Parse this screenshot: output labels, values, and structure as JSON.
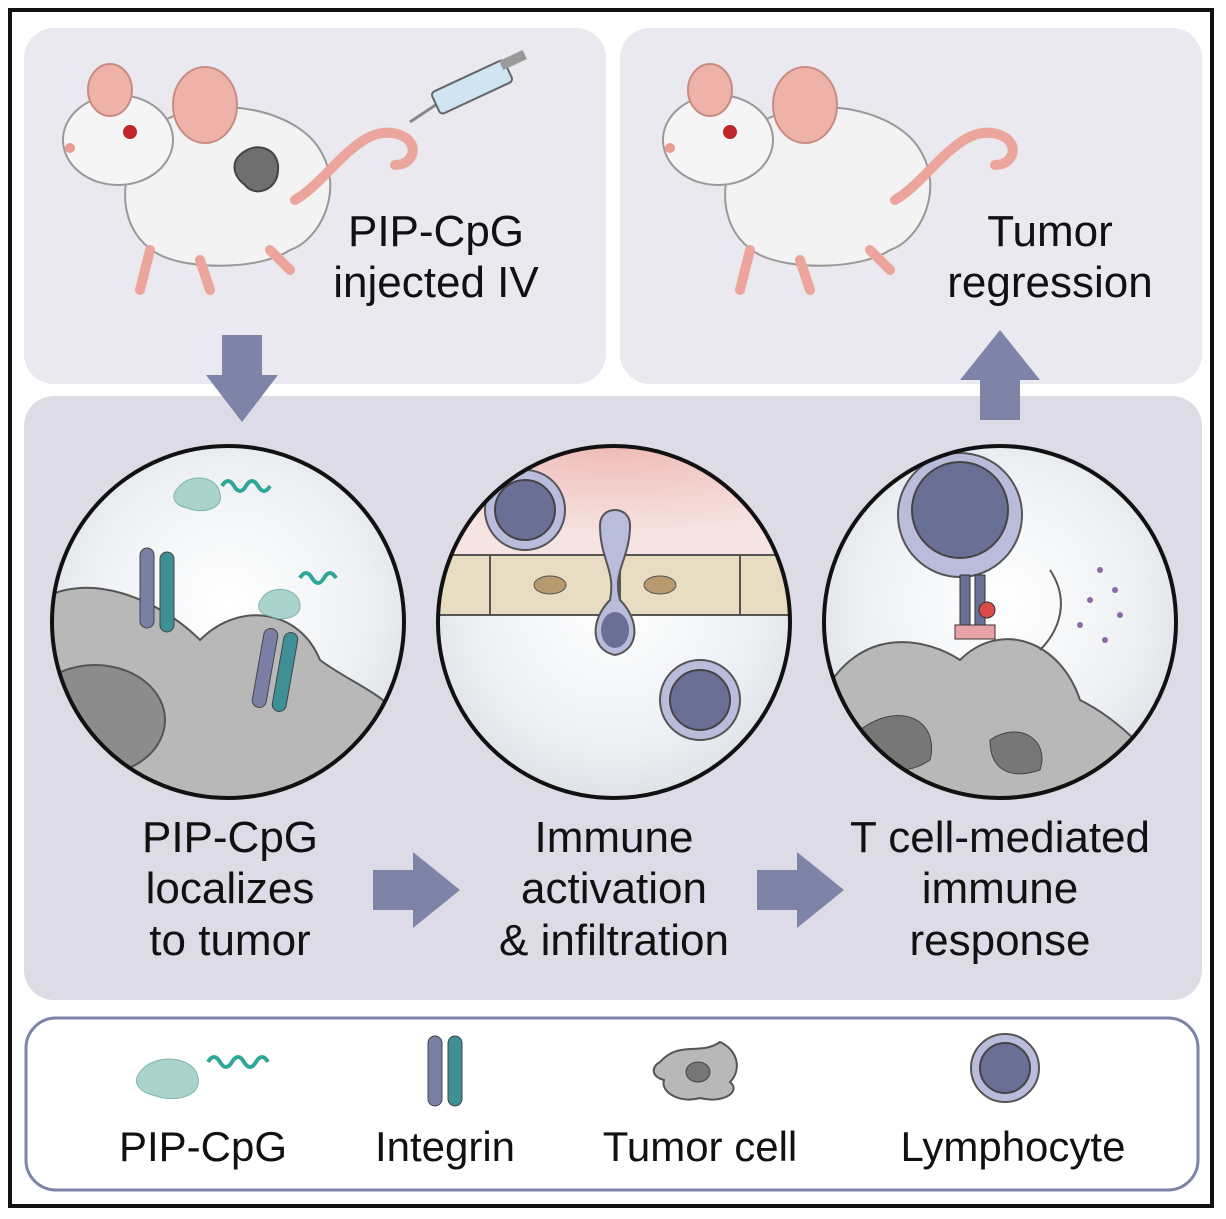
{
  "panels": {
    "injection": {
      "label_line1": "PIP-CpG",
      "label_line2": "injected IV"
    },
    "regression": {
      "label_line1": "Tumor",
      "label_line2": "regression"
    }
  },
  "steps": [
    {
      "line1": "PIP-CpG",
      "line2": "localizes",
      "line3": "to tumor"
    },
    {
      "line1": "Immune",
      "line2": "activation",
      "line3": "& infiltration"
    },
    {
      "line1": "T cell-mediated",
      "line2": "immune",
      "line3": "response"
    }
  ],
  "legend": {
    "items": [
      {
        "label": "PIP-CpG",
        "icon": "pip-cpg-icon"
      },
      {
        "label": "Integrin",
        "icon": "integrin-icon"
      },
      {
        "label": "Tumor cell",
        "icon": "tumor-cell-icon"
      },
      {
        "label": "Lymphocyte",
        "icon": "lymphocyte-icon"
      }
    ]
  },
  "colors": {
    "panel_top": "#e9e9ef",
    "panel_mid": "#dcdbe6",
    "arrow": "#7d84a8",
    "tumor": "#b3b3b3",
    "lymphocyte": "#6a6f96",
    "integrin_a": "#7a7fa6",
    "integrin_b": "#3f8f96",
    "pip": "#a9d3cc",
    "cpg": "#2fa696"
  }
}
